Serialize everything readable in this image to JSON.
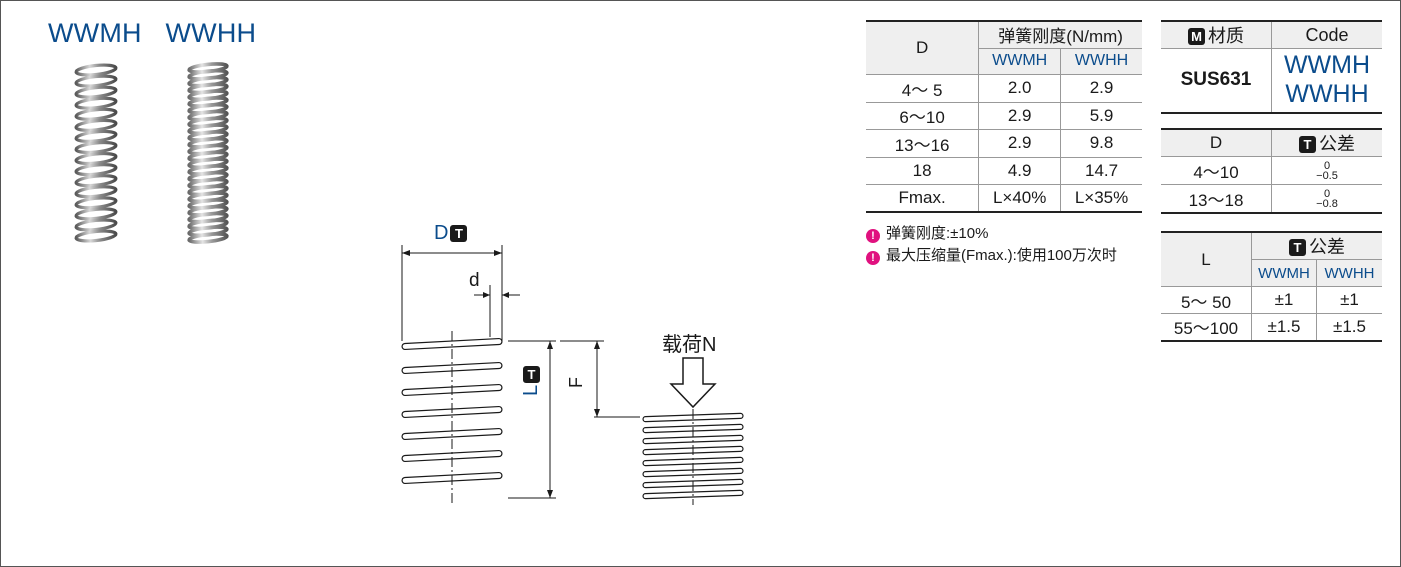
{
  "product_codes": [
    "WWMH",
    "WWHH"
  ],
  "diagram": {
    "d_label": "D",
    "d_tol_badge": "T",
    "wire_label": "d",
    "length_label": "L",
    "length_tol_badge": "T",
    "deflection_label": "F",
    "load_label": "载荷N"
  },
  "spring_rate_table": {
    "header_d": "D",
    "header_rate": "弹簧刚度(N/mm)",
    "sub_headers": [
      "WWMH",
      "WWHH"
    ],
    "rows": [
      {
        "d": "4～ 5",
        "wwmh": "2.0",
        "wwhh": "2.9"
      },
      {
        "d": "6～10",
        "wwmh": "2.9",
        "wwhh": "5.9"
      },
      {
        "d": "13～16",
        "wwmh": "2.9",
        "wwhh": "9.8"
      },
      {
        "d": "18",
        "wwmh": "4.9",
        "wwhh": "14.7"
      },
      {
        "d": "Fmax.",
        "wwmh": "L×40%",
        "wwhh": "L×35%"
      }
    ]
  },
  "notes": [
    "弹簧刚度:±10%",
    "最大压缩量(Fmax.):使用100万次时"
  ],
  "material_table": {
    "badge": "M",
    "header_material": "材质",
    "header_code": "Code",
    "material": "SUS631",
    "codes": [
      "WWMH",
      "WWHH"
    ]
  },
  "d_tolerance_table": {
    "header_d": "D",
    "badge": "T",
    "header_tol": "公差",
    "rows": [
      {
        "d": "4～10",
        "upper": "0",
        "lower": "−0.5"
      },
      {
        "d": "13～18",
        "upper": "0",
        "lower": "−0.8"
      }
    ]
  },
  "l_tolerance_table": {
    "header_l": "L",
    "badge": "T",
    "header_tol": "公差",
    "sub_headers": [
      "WWMH",
      "WWHH"
    ],
    "rows": [
      {
        "l": "5～ 50",
        "wwmh": "±1",
        "wwhh": "±1"
      },
      {
        "l": "55～100",
        "wwmh": "±1.5",
        "wwhh": "±1.5"
      }
    ]
  },
  "colors": {
    "accent_blue": "#0b4c8c",
    "note_pink": "#e0117f",
    "badge_black": "#1a1a1a"
  }
}
